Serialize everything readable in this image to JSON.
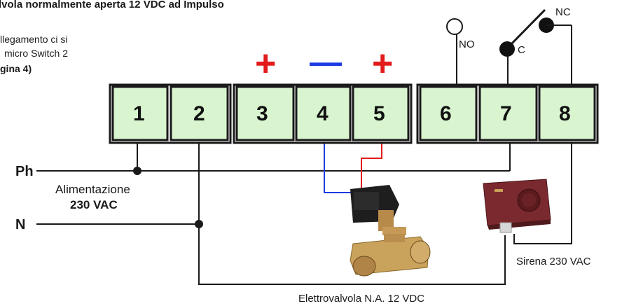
{
  "title": "lvola normalmente aperta 12 VDC ad Impulso",
  "note": {
    "line1": "llegamento ci si",
    "line2": "micro Switch 2",
    "line3": "gina 4)"
  },
  "terminals": [
    "1",
    "2",
    "3",
    "4",
    "5",
    "6",
    "7",
    "8"
  ],
  "polarity": {
    "plus1": "+",
    "minus": "—",
    "plus2": "+"
  },
  "contacts": {
    "no": "NO",
    "c": "C",
    "nc": "NC"
  },
  "lines": {
    "phase": "Ph",
    "neutral": "N"
  },
  "power": {
    "label": "Alimentazione",
    "value": "230 VAC"
  },
  "siren_label": "Sirena 230 VAC",
  "valve_label": "Elettrovalvola N.A. 12 VDC",
  "colors": {
    "terminal_fill": "#d9f5d0",
    "terminal_border": "#1a1a1a",
    "plus": "#e21b1b",
    "minus": "#1b3be2",
    "wire": "#1a1a1a",
    "wire_blue": "#1b3be2",
    "wire_red": "#e21b1b"
  }
}
